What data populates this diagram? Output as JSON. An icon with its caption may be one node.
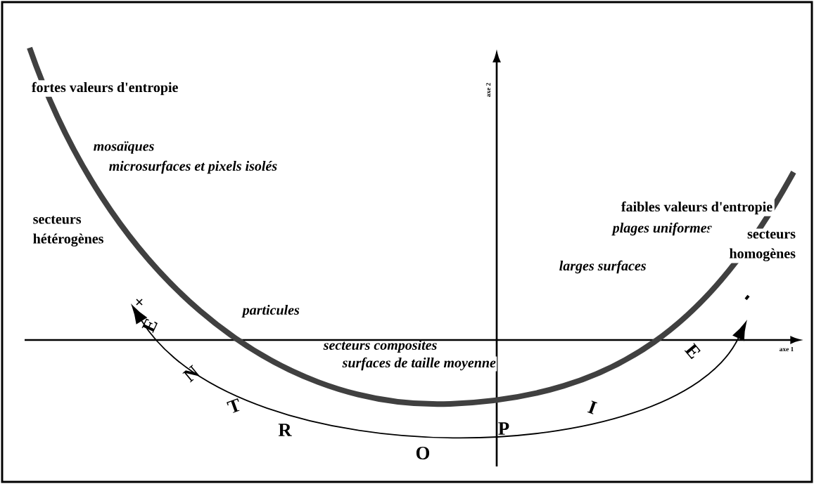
{
  "diagram": {
    "labels": [
      "fortes valeurs d'entropie",
      "axe 2",
      "mosaïques",
      "microsurfaces et pixels isolés",
      "faibles valeurs d'entropie",
      "secteurs hétérogènes",
      "plages uniformes",
      "secteurs homogènes",
      "larges surfaces",
      "particules",
      "E",
      "secteurs composites",
      "axe 1",
      "surfaces de taille moyenne",
      "N",
      "T",
      "R",
      "O",
      "P",
      "I",
      "E"
    ]
  }
}
